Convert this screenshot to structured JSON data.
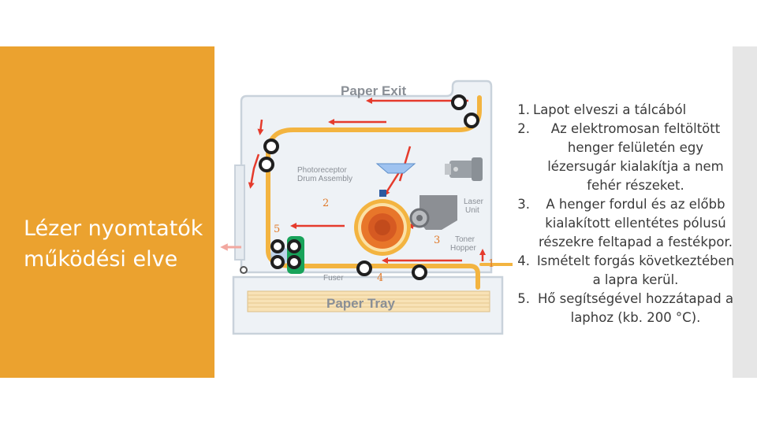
{
  "slide": {
    "title": "Lézer nyomtatók működési elve",
    "colors": {
      "accent": "#eba22f",
      "side_bar": "#e6e6e6",
      "arrow_red": "#e53b2c",
      "paper_path": "#f3b440"
    }
  },
  "diagram": {
    "paper_exit": "Paper Exit",
    "paper_tray": "Paper Tray",
    "photoreceptor_l1": "Photoreceptor",
    "photoreceptor_l2": "Drum Assembly",
    "laser_l1": "Laser",
    "laser_l2": "Unit",
    "toner_l1": "Toner",
    "toner_l2": "Hopper",
    "fuser": "Fuser",
    "markers": [
      "1",
      "2",
      "3",
      "4",
      "5"
    ]
  },
  "steps": [
    {
      "num": "1.",
      "text": "Lapot elveszi a tálcából"
    },
    {
      "num": "2.",
      "text": "Az elektromosan feltöltött henger felületén egy lézersugár kialakítja a nem fehér részeket."
    },
    {
      "num": "3.",
      "text": "A henger fordul és az előbb kialakított ellentétes pólusú részekre feltapad a festékpor."
    },
    {
      "num": "4.",
      "text": "Ismételt forgás következtében a lapra kerül."
    },
    {
      "num": "5.",
      "text": "Hő segítségével hozzátapad a laphoz (kb. 200 °C)."
    }
  ]
}
